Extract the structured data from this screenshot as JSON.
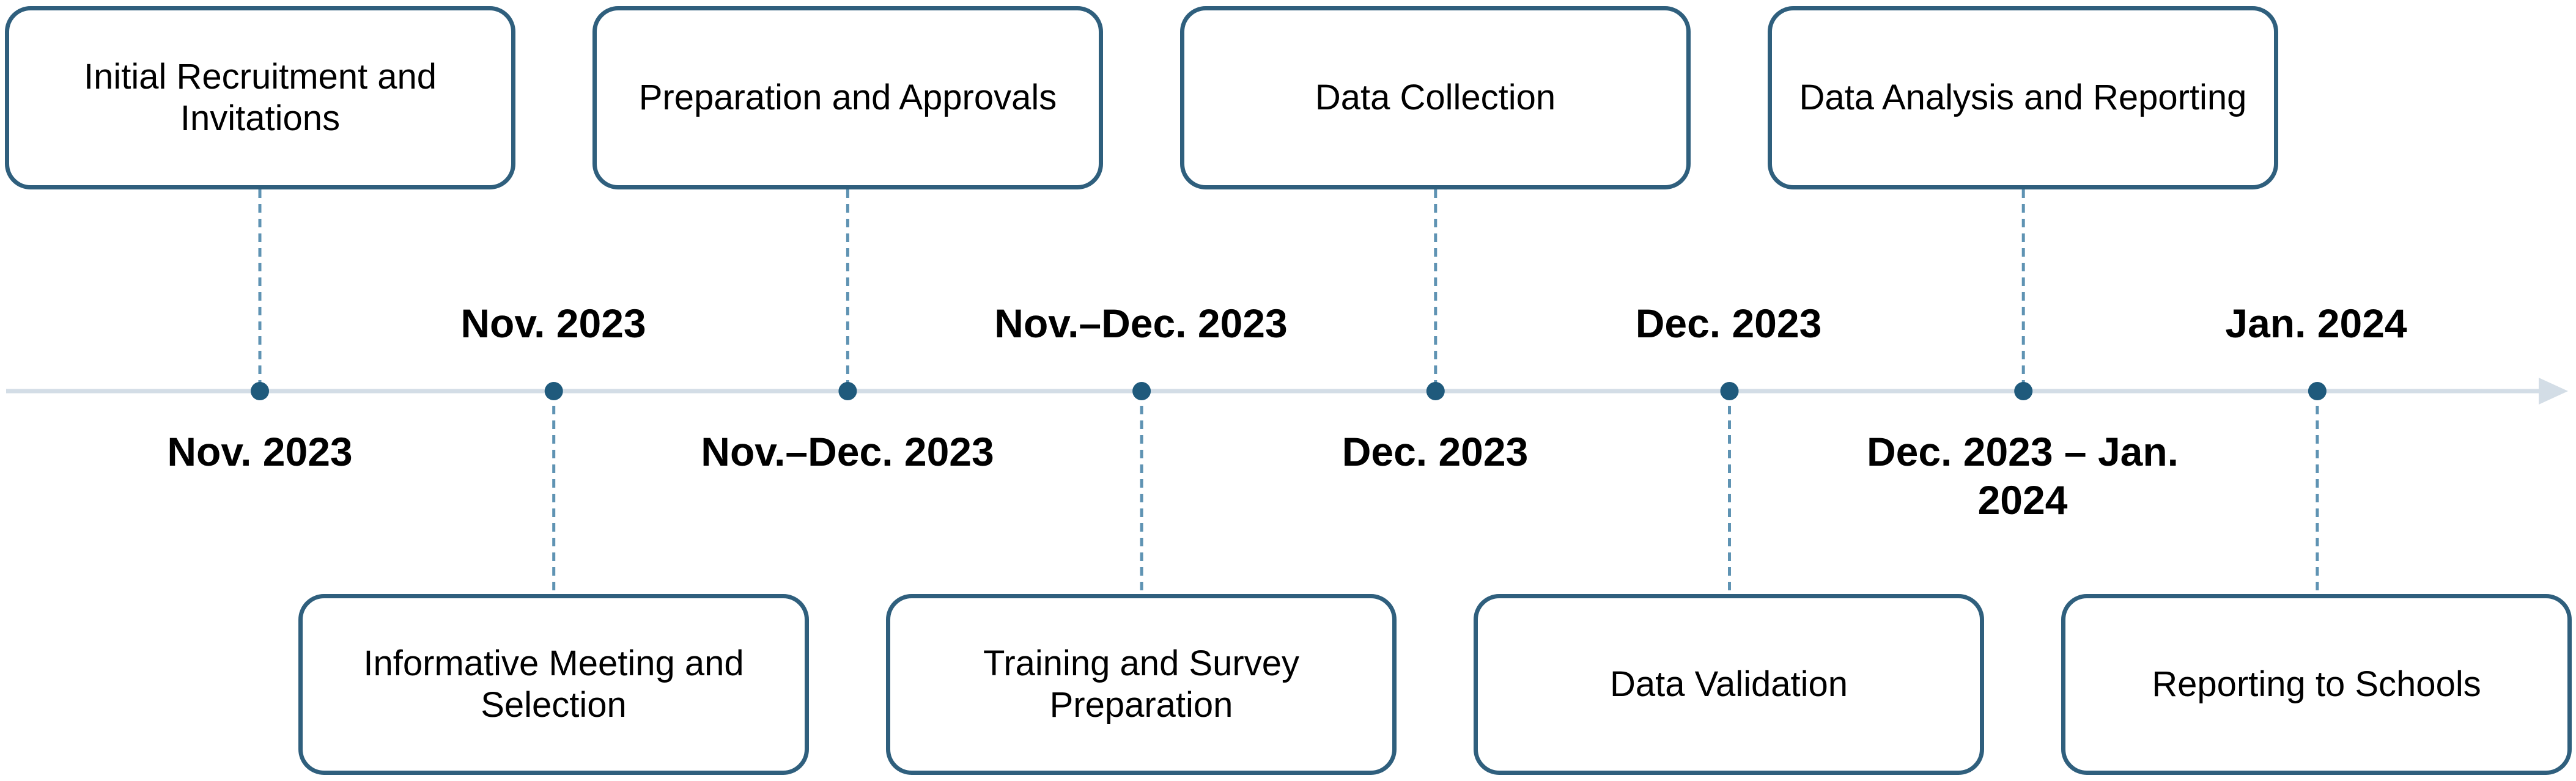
{
  "timeline": {
    "colors": {
      "axis": "#d3dde6",
      "marker": "#1f5a7c",
      "connector": "#5f93b3",
      "box_border": "#2f5f7d"
    },
    "events": [
      {
        "step": 1,
        "label": "Initial Recruitment and Invitations",
        "date": "Nov. 2023"
      },
      {
        "step": 2,
        "label": "Informative Meeting and Selection",
        "date": "Nov. 2023"
      },
      {
        "step": 3,
        "label": "Preparation and Approvals",
        "date": "Nov.–Dec. 2023"
      },
      {
        "step": 4,
        "label": "Training and Survey Preparation",
        "date": "Nov.–Dec. 2023"
      },
      {
        "step": 5,
        "label": "Data Collection",
        "date": "Dec. 2023"
      },
      {
        "step": 6,
        "label": "Data Validation",
        "date": "Dec. 2023"
      },
      {
        "step": 7,
        "label": "Data Analysis and Reporting",
        "date": "Dec. 2023 – Jan. 2024"
      },
      {
        "step": 8,
        "label": "Reporting to Schools",
        "date": "Jan. 2024"
      }
    ]
  }
}
